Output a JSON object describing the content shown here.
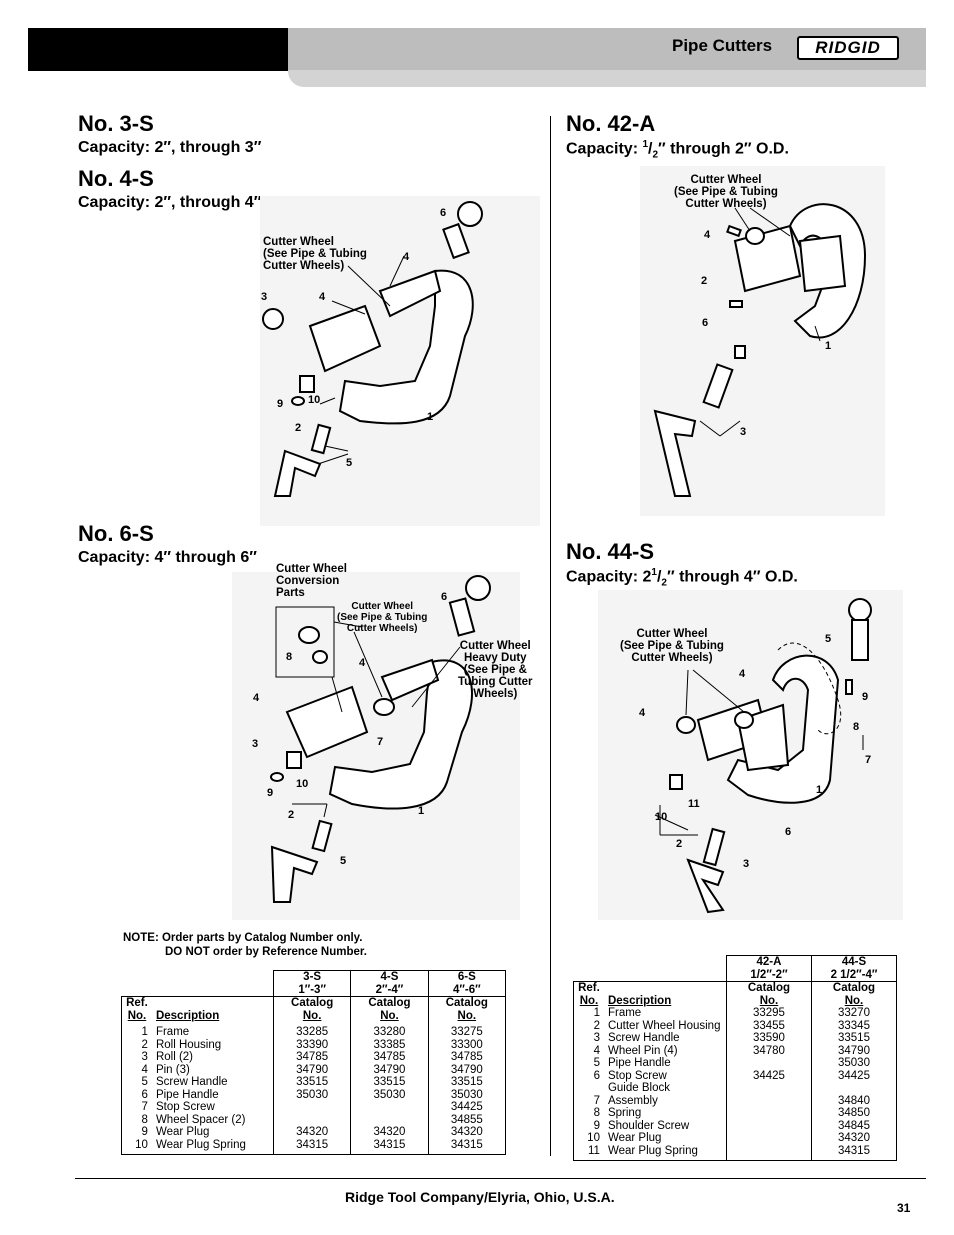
{
  "header": {
    "title": "Pipe Cutters",
    "brand": "RIDGID"
  },
  "left": {
    "m1_title": "No. 3-S",
    "m1_cap": "Capacity: 2″, through 3″",
    "m2_title": "No. 4-S",
    "m2_cap": "Capacity: 2″, through 4″",
    "fig1": {
      "callout_cw": "Cutter Wheel\n(See Pipe & Tubing\nCutter Wheels)",
      "nums": [
        "6",
        "4",
        "3",
        "4",
        "10",
        "9",
        "2",
        "1",
        "5"
      ]
    },
    "m3_title": "No. 6-S",
    "m3_cap": "Capacity: 4″ through 6″",
    "fig3": {
      "conv": "Cutter Wheel\nConversion\nParts",
      "cw": "Cutter Wheel\n(See Pipe & Tubing\nCutter Wheels)",
      "hd": "Cutter Wheel\nHeavy Duty\n(See Pipe &\nTubing Cutter\nWheels)",
      "nums": [
        "6",
        "8",
        "4",
        "4",
        "3",
        "7",
        "10",
        "9",
        "2",
        "1",
        "5"
      ]
    },
    "note1": "NOTE: Order parts by Catalog Number only.",
    "note2": "DO NOT order by Reference Number."
  },
  "right": {
    "m1_title": "No. 42-A",
    "m1_cap_a": "Capacity: ",
    "m1_cap_n": "1",
    "m1_cap_d": "2",
    "m1_cap_b": "″ through 2″ O.D.",
    "fig2": {
      "cw": "Cutter Wheel\n(See Pipe & Tubing\nCutter Wheels)",
      "nums": [
        "4",
        "2",
        "6",
        "1",
        "3"
      ]
    },
    "m2_title": "No. 44-S",
    "m2_cap_a": "Capacity: 2",
    "m2_cap_n": "1",
    "m2_cap_d": "2",
    "m2_cap_b": "″ through 4″ O.D.",
    "fig4": {
      "cw": "Cutter Wheel\n(See Pipe & Tubing\nCutter Wheels)",
      "nums": [
        "5",
        "4",
        "4",
        "9",
        "8",
        "7",
        "1",
        "11",
        "10",
        "6",
        "2",
        "3"
      ]
    }
  },
  "table_left": {
    "models": [
      {
        "no": "3-S",
        "range": "1″-3″"
      },
      {
        "no": "4-S",
        "range": "2″-4″"
      },
      {
        "no": "6-S",
        "range": "4″-6″"
      }
    ],
    "ref_label_1": "Ref.",
    "ref_label_2": "No.",
    "desc_label": "Description",
    "cat_label_1": "Catalog",
    "cat_label_2": "No.",
    "rows": [
      {
        "ref": "1",
        "desc": "Frame",
        "a": "33285",
        "b": "33280",
        "c": "33275"
      },
      {
        "ref": "2",
        "desc": "Roll Housing",
        "a": "33390",
        "b": "33385",
        "c": "33300"
      },
      {
        "ref": "3",
        "desc": "Roll (2)",
        "a": "34785",
        "b": "34785",
        "c": "34785"
      },
      {
        "ref": "4",
        "desc": "Pin (3)",
        "a": "34790",
        "b": "34790",
        "c": "34790"
      },
      {
        "ref": "5",
        "desc": "Screw Handle",
        "a": "33515",
        "b": "33515",
        "c": "33515"
      },
      {
        "ref": "6",
        "desc": "Pipe Handle",
        "a": "35030",
        "b": "35030",
        "c": "35030"
      },
      {
        "ref": "7",
        "desc": "Stop Screw",
        "a": "",
        "b": "",
        "c": "34425"
      },
      {
        "ref": "8",
        "desc": "Wheel Spacer (2)",
        "a": "",
        "b": "",
        "c": "34855"
      },
      {
        "ref": "9",
        "desc": "Wear Plug",
        "a": "34320",
        "b": "34320",
        "c": "34320"
      },
      {
        "ref": "10",
        "desc": "Wear Plug Spring",
        "a": "34315",
        "b": "34315",
        "c": "34315"
      }
    ]
  },
  "table_right": {
    "models": [
      {
        "no": "42-A",
        "range": "1/2″-2″"
      },
      {
        "no": "44-S",
        "range": "2 1/2″-4″"
      }
    ],
    "ref_label_1": "Ref.",
    "ref_label_2": "No.",
    "desc_label": "Description",
    "cat_label_1": "Catalog",
    "cat_label_2": "No.",
    "rows": [
      {
        "ref": "1",
        "desc": "Frame",
        "a": "33295",
        "b": "33270"
      },
      {
        "ref": "2",
        "desc": "Cutter Wheel Housing",
        "a": "33455",
        "b": "33345"
      },
      {
        "ref": "3",
        "desc": "Screw Handle",
        "a": "33590",
        "b": "33515"
      },
      {
        "ref": "4",
        "desc": "Wheel Pin (4)",
        "a": "34780",
        "b": "34790"
      },
      {
        "ref": "5",
        "desc": "Pipe Handle",
        "a": "",
        "b": "35030"
      },
      {
        "ref": "6",
        "desc": "Stop Screw",
        "a": "34425",
        "b": "34425"
      },
      {
        "ref": "7",
        "desc": "Guide Block Assembly",
        "a": "",
        "b": "34840"
      },
      {
        "ref": "8",
        "desc": "Spring",
        "a": "",
        "b": "34850"
      },
      {
        "ref": "9",
        "desc": "Shoulder Screw",
        "a": "",
        "b": "34845"
      },
      {
        "ref": "10",
        "desc": "Wear Plug",
        "a": "",
        "b": "34320"
      },
      {
        "ref": "11",
        "desc": "Wear Plug Spring",
        "a": "",
        "b": "34315"
      }
    ]
  },
  "footer": {
    "company": "Ridge Tool Company/Elyria, Ohio, U.S.A.",
    "page": "31"
  }
}
